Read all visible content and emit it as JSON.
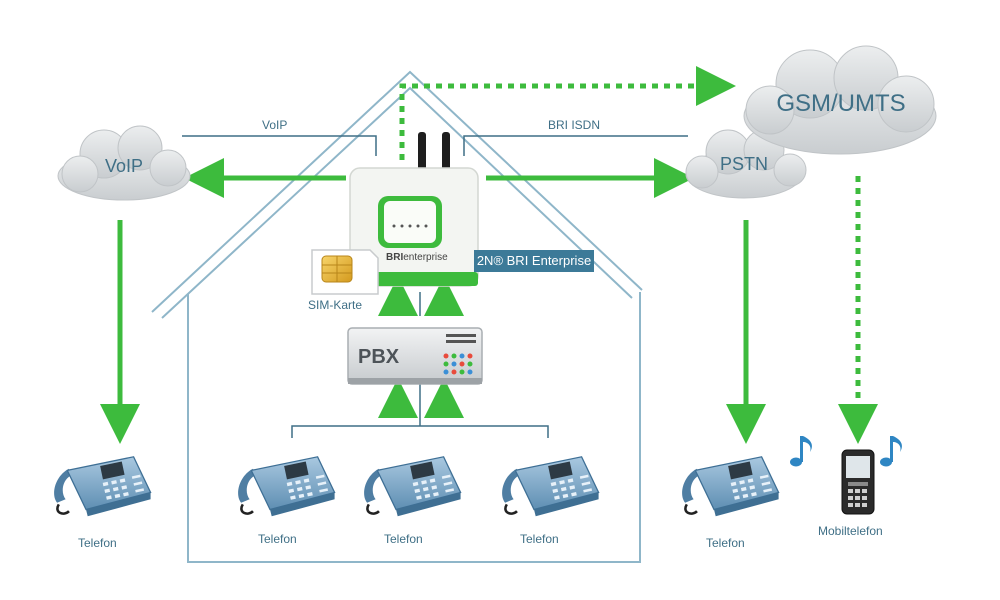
{
  "clouds": {
    "voip": "VoIP",
    "pstn": "PSTN",
    "gsm": "GSM/UMTS"
  },
  "links": {
    "voip_line": "VoIP",
    "isdn_line": "BRI ISDN"
  },
  "device": {
    "brand_bri": "BRI",
    "brand_enterprise": "enterprise",
    "product_name": "2N® BRI Enterprise",
    "sim_label": "SIM-Karte"
  },
  "pbx": {
    "label": "PBX"
  },
  "phones": {
    "left": "Telefon",
    "inner_1": "Telefon",
    "inner_2": "Telefon",
    "inner_3": "Telefon",
    "right": "Telefon",
    "mobile": "Mobiltelefon"
  },
  "colors": {
    "arrow_green": "#3dbb3d",
    "line_blue": "#3f6f86",
    "house_line": "#8fb6c9",
    "cloud_fill": "#d6d9dc",
    "badge_bg": "#3c7a98"
  },
  "icons": {
    "cloud": "cloud-icon",
    "desk_phone": "desk-phone-icon",
    "mobile_phone": "mobile-phone-icon",
    "music_note": "music-note-icon",
    "sim_card": "sim-card-icon",
    "antenna": "antenna-icon"
  }
}
